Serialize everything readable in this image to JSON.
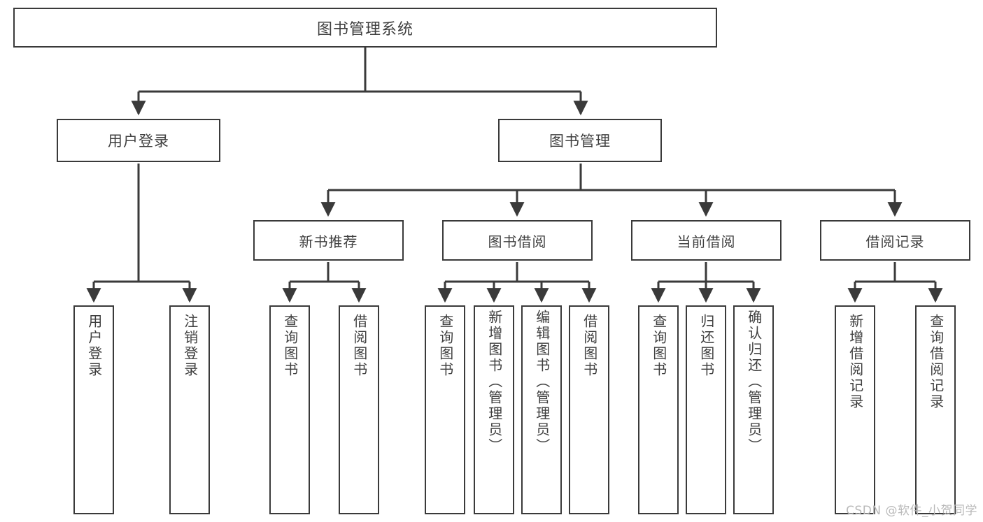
{
  "diagram": {
    "title": "图书管理系统",
    "type": "tree",
    "watermark": "CSDN @软件_小贺同学",
    "colors": {
      "box_border": "#3a3a3a",
      "box_fill": "#ffffff",
      "connector": "#3a3a3a",
      "text": "#3f3f3f",
      "watermark": "#b9b9b9",
      "background": "#ffffff"
    },
    "root": {
      "label": "图书管理系统"
    },
    "level2": [
      {
        "label": "用户登录"
      },
      {
        "label": "图书管理"
      }
    ],
    "level3": [
      {
        "label": "新书推荐"
      },
      {
        "label": "图书借阅"
      },
      {
        "label": "当前借阅"
      },
      {
        "label": "借阅记录"
      }
    ],
    "leaves": {
      "user_login": [
        {
          "label": "用户登录"
        },
        {
          "label": "注销登录"
        }
      ],
      "new_book_recommend": [
        {
          "label": "查询图书"
        },
        {
          "label": "借阅图书"
        }
      ],
      "book_borrow": [
        {
          "label": "查询图书"
        },
        {
          "label": "新增图书（管理员）"
        },
        {
          "label": "编辑图书（管理员）"
        },
        {
          "label": "借阅图书"
        }
      ],
      "current_borrow": [
        {
          "label": "查询图书"
        },
        {
          "label": "归还图书"
        },
        {
          "label": "确认归还（管理员）"
        }
      ],
      "borrow_record": [
        {
          "label": "新增借阅记录"
        },
        {
          "label": "查询借阅记录"
        }
      ]
    }
  }
}
